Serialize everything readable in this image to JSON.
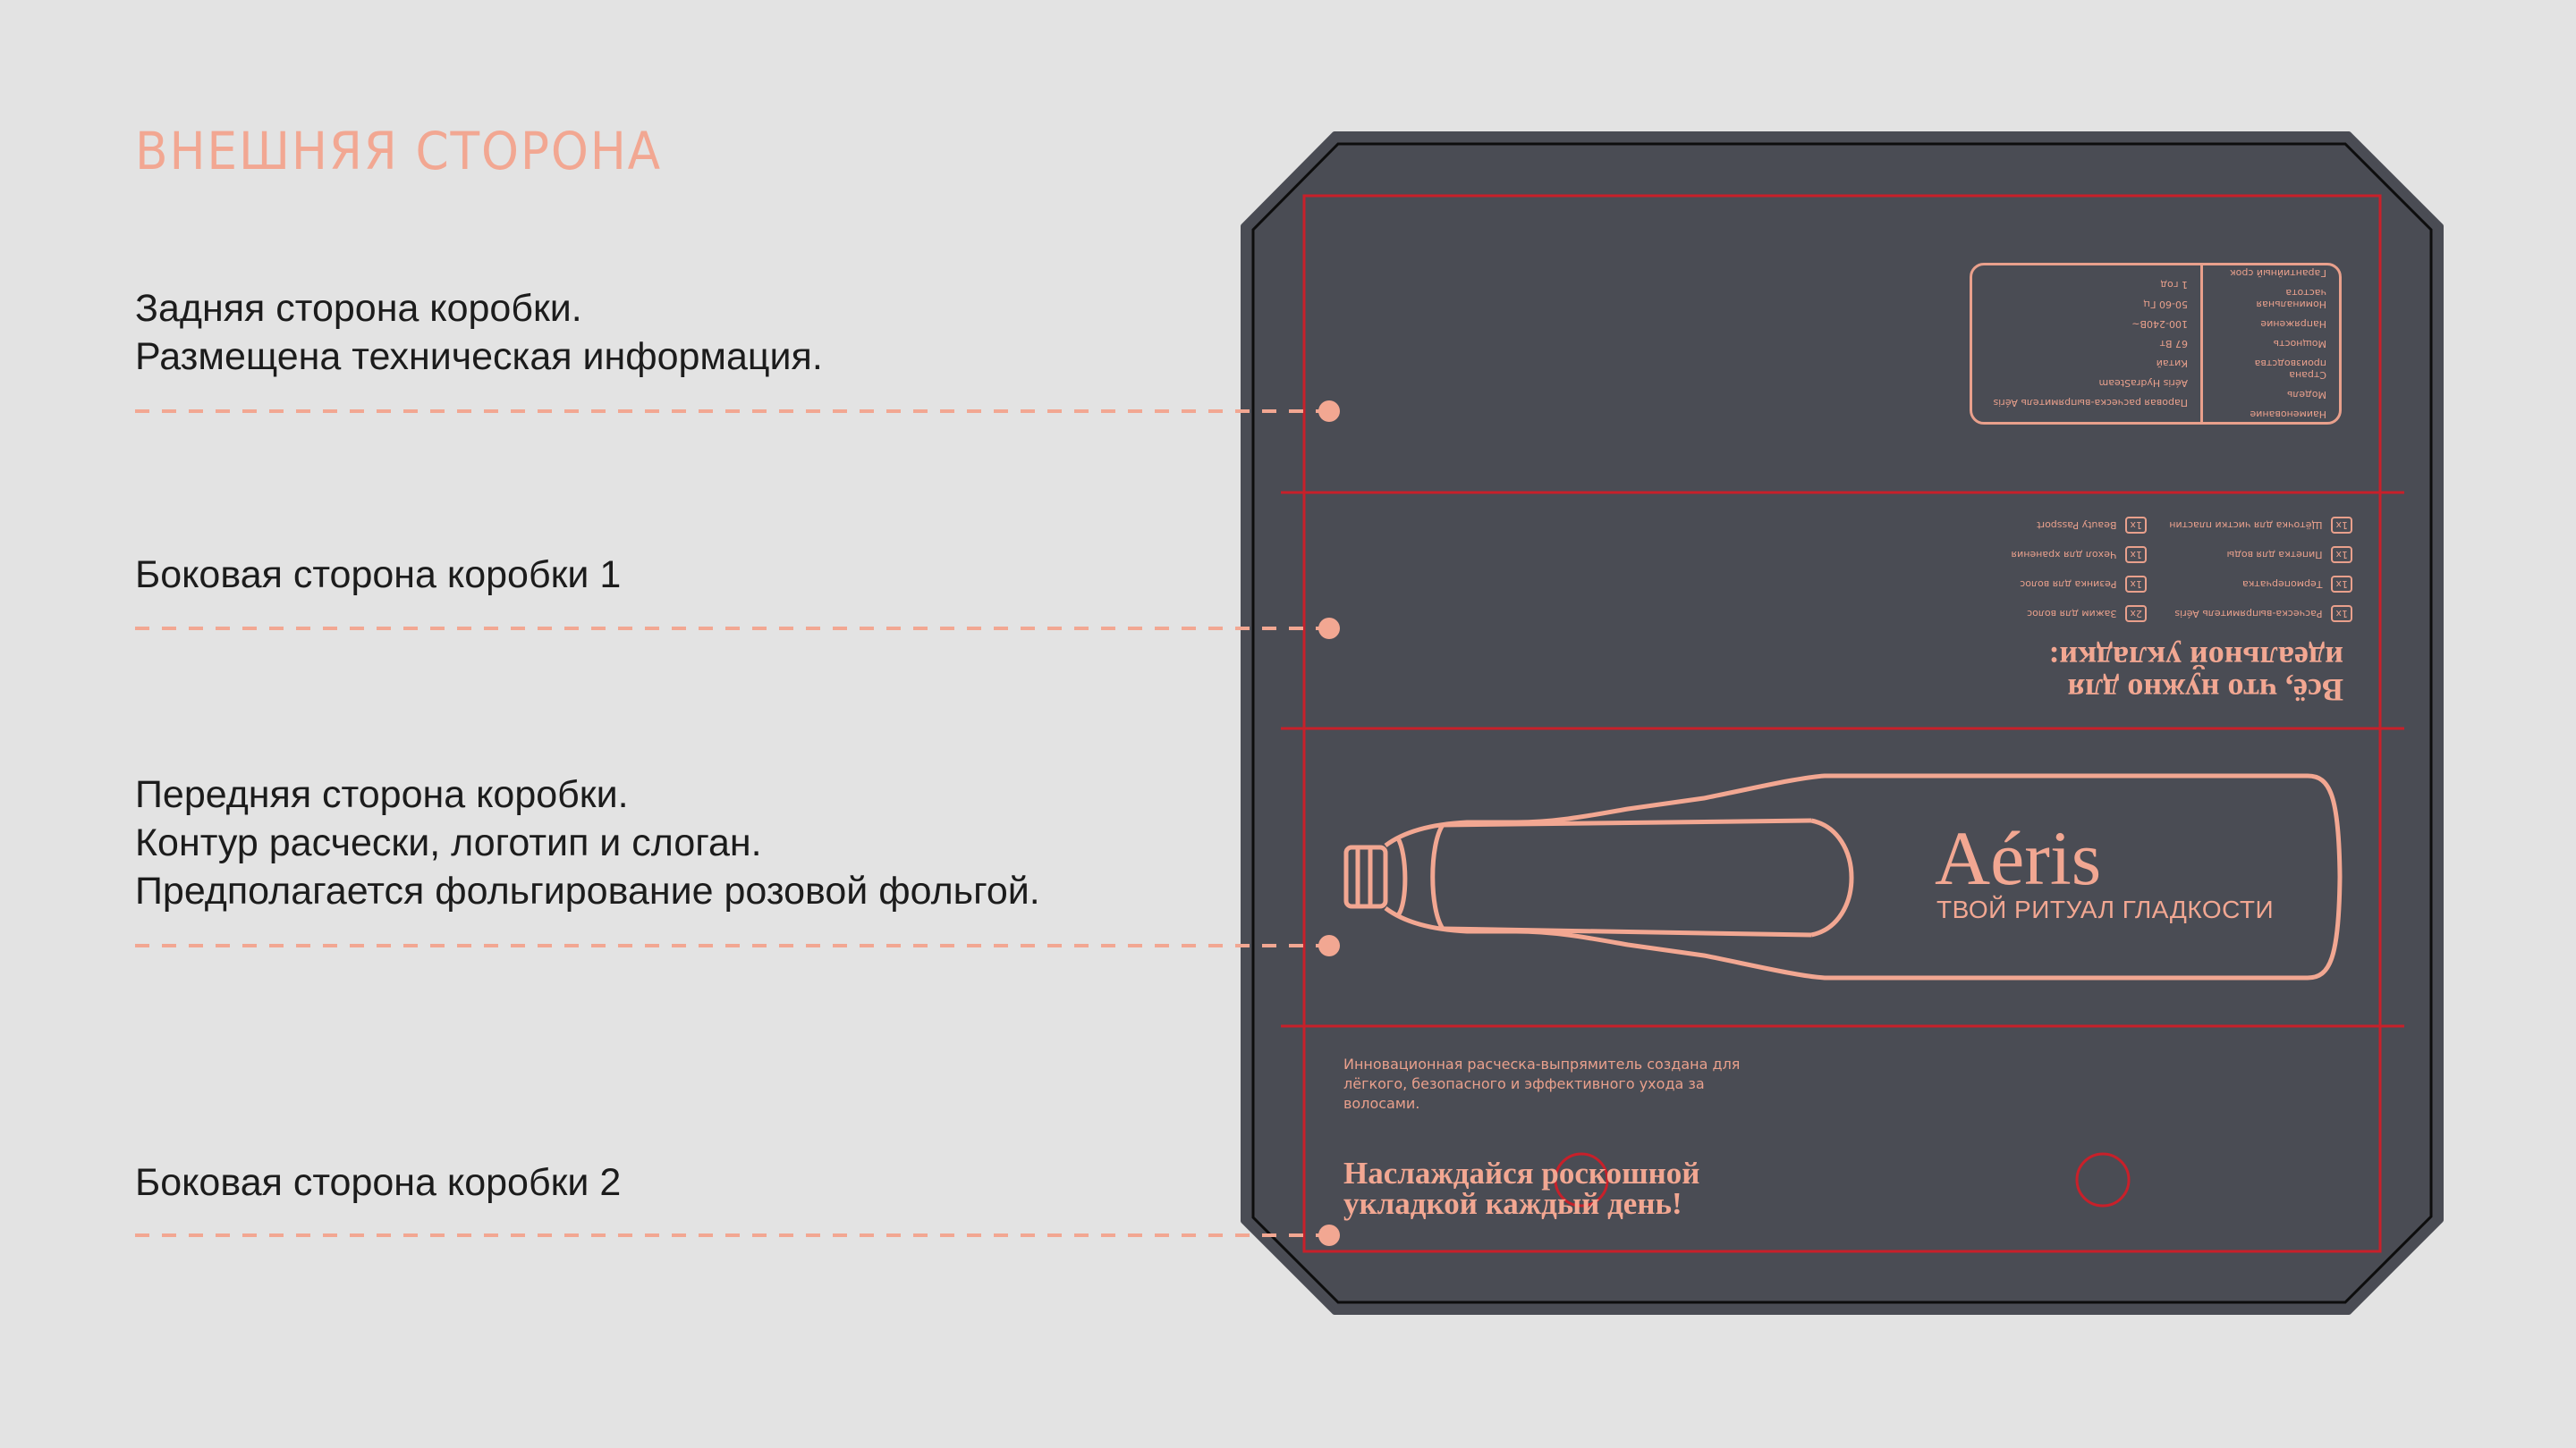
{
  "title": "ВНЕШНЯЯ СТОРОНА",
  "colors": {
    "background": "#e3e3e3",
    "accent": "#f2a792",
    "box_fill": "#4a4c54",
    "box_outline": "#0d0d0d",
    "guide_red": "#c8202a",
    "text_dark": "#1c1c1c"
  },
  "annotations": [
    {
      "lines": [
        "Задняя сторона коробки.",
        "Размещена техническая информация."
      ]
    },
    {
      "lines": [
        "Боковая сторона коробки 1"
      ]
    },
    {
      "lines": [
        "Передняя сторона коробки.",
        "Контур расчески, логотип и слоган.",
        "Предполагается фольгирование розовой фольгой."
      ]
    },
    {
      "lines": [
        "Боковая сторона коробки 2"
      ]
    }
  ],
  "back_panel": {
    "spec_table": [
      {
        "name": "Наименование",
        "value": "Паровая расческа-выпрямитель Aéris"
      },
      {
        "name": "Модель",
        "value": "Aéris HydraSteam"
      },
      {
        "name": "Страна производства",
        "value": "Китай"
      },
      {
        "name": "Мощность",
        "value": "67 Вт"
      },
      {
        "name": "Напряжение",
        "value": "100-240В~"
      },
      {
        "name": "Номинальная частота",
        "value": "50-60 Гц"
      },
      {
        "name": "Гарантийный срок",
        "value": "1 год"
      }
    ]
  },
  "side_panel_1": {
    "heading": "Всё, что нужно для идеальной укладки:",
    "contents": [
      {
        "qty": "1x",
        "item": "Расческа-выпрямитель Aéris"
      },
      {
        "qty": "2x",
        "item": "Зажим для волос"
      },
      {
        "qty": "1x",
        "item": "Термоперчатка"
      },
      {
        "qty": "1x",
        "item": "Резинка для волос"
      },
      {
        "qty": "1x",
        "item": "Пипетка для воды"
      },
      {
        "qty": "1x",
        "item": "Чехол для хранения"
      },
      {
        "qty": "1x",
        "item": "Щёточка для чистки пластин"
      },
      {
        "qty": "1x",
        "item": "Beauty Passport"
      }
    ]
  },
  "front_panel": {
    "logo": "Aéris",
    "slogan": "ТВОЙ РИТУАЛ ГЛАДКОСТИ",
    "illustration": "brush-outline-icon"
  },
  "side_panel_2": {
    "description": "Инновационная расческа-выпрямитель создана для лёгкого, безопасного и эффективного ухода за волосами.",
    "tagline_lines": [
      "Наслаждайся роскошной",
      "укладкой каждый день!"
    ]
  }
}
